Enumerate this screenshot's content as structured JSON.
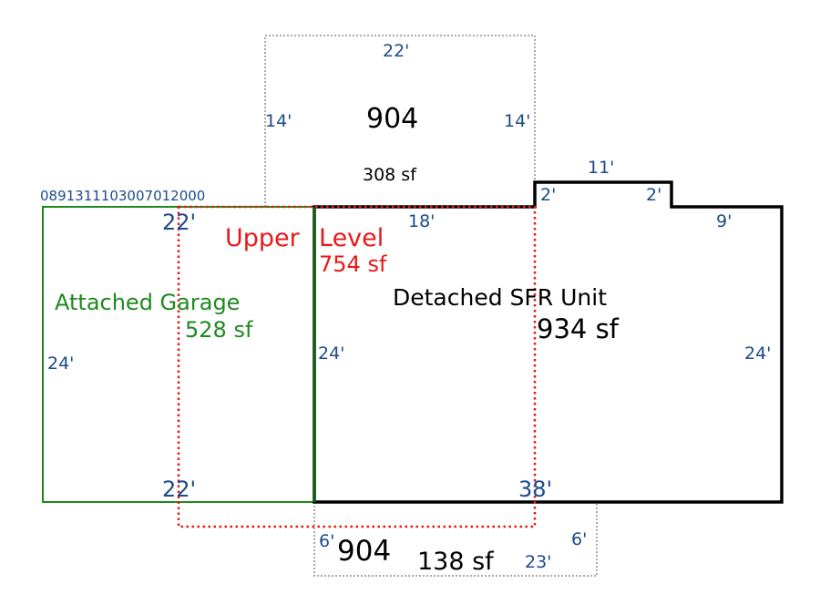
{
  "parcel_id": "0891311103007012000",
  "colors": {
    "dimension": "#1c4b8a",
    "garage": "#1e8a1e",
    "upper": "#e81818",
    "sfr": "#000000",
    "dotted": "#555555"
  },
  "top_box": {
    "code": "904",
    "area": "308 sf",
    "dims": {
      "top": "22'",
      "left": "14'",
      "right": "14'"
    }
  },
  "bottom_box": {
    "code": "904",
    "area": "138 sf",
    "dims": {
      "left": "6'",
      "right": "6'",
      "bottom": "23'"
    }
  },
  "garage": {
    "label": "Attached Garage",
    "area": "528 sf",
    "dims": {
      "top": "22'",
      "left": "24'",
      "bottom": "22'"
    }
  },
  "upper_level": {
    "label_1": "Upper",
    "label_2": "Level",
    "area": "754 sf"
  },
  "sfr": {
    "label": "Detached SFR Unit",
    "area": "934 sf",
    "dims": {
      "top_left": "18'",
      "bump_left": "2'",
      "bump_top": "11'",
      "bump_right": "2'",
      "top_right": "9'",
      "left": "24'",
      "right": "24'",
      "bottom": "38'"
    }
  }
}
